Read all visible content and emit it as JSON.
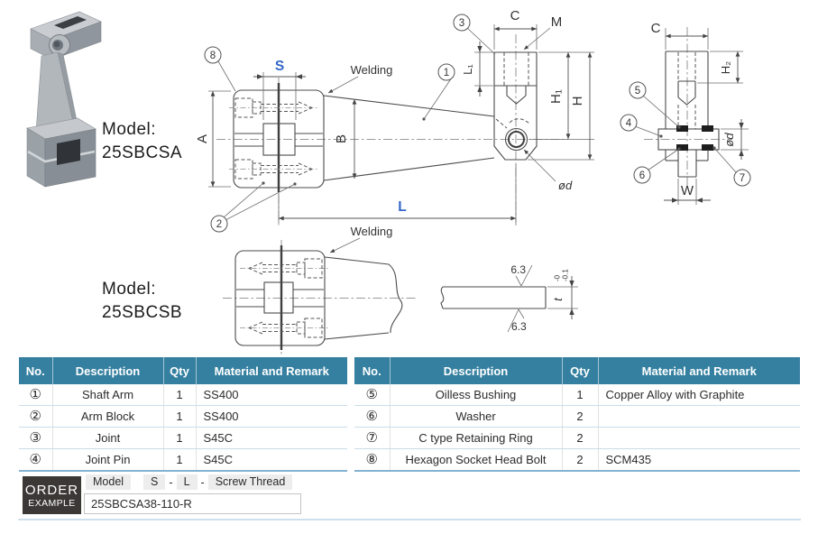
{
  "models": {
    "a": {
      "label": "Model:",
      "name": "25SBCSA"
    },
    "b": {
      "label": "Model:",
      "name": "25SBCSB"
    }
  },
  "drawing": {
    "welding1": "Welding",
    "welding2": "Welding",
    "s": "S",
    "a": "A",
    "b": "B",
    "l": "L",
    "c_joint": "C",
    "m": "M",
    "l1": "L₁",
    "h1": "H₁",
    "h": "H",
    "dia_d_joint": "ød",
    "c_side": "C",
    "h2": "H₂",
    "dia_d_side": "ød",
    "w": "W",
    "rough_top": "6.3",
    "rough_bottom": "6.3",
    "t": "t",
    "tol_top": "-0",
    "tol_bottom": "-0.1",
    "callouts": {
      "n1": "1",
      "n2": "2",
      "n3": "3",
      "n4": "4",
      "n5": "5",
      "n6": "6",
      "n7": "7",
      "n8": "8"
    }
  },
  "tables": [
    {
      "headers": [
        "No.",
        "Description",
        "Qty",
        "Material and Remark"
      ],
      "rows": [
        [
          "①",
          "Shaft Arm",
          "1",
          "SS400"
        ],
        [
          "②",
          "Arm Block",
          "1",
          "SS400"
        ],
        [
          "③",
          "Joint",
          "1",
          "S45C"
        ],
        [
          "④",
          "Joint Pin",
          "1",
          "S45C"
        ]
      ]
    },
    {
      "headers": [
        "No.",
        "Description",
        "Qty",
        "Material and Remark"
      ],
      "rows": [
        [
          "⑤",
          "Oilless Bushing",
          "1",
          "Copper Alloy with Graphite"
        ],
        [
          "⑥",
          "Washer",
          "2",
          ""
        ],
        [
          "⑦",
          "C type Retaining Ring",
          "2",
          ""
        ],
        [
          "⑧",
          "Hexagon Socket Head Bolt",
          "2",
          "SCM435"
        ]
      ]
    }
  ],
  "order_example": {
    "title_line1": "ORDER",
    "title_line2": "EXAMPLE",
    "chips": {
      "model": "Model",
      "s": "S",
      "dash1": "-",
      "l": "L",
      "dash2": "-",
      "thread": "Screw Thread"
    },
    "value": "25SBCSA38-110-R"
  },
  "colors": {
    "accent_blue": "#3468c8",
    "table_header": "#3580a0"
  }
}
